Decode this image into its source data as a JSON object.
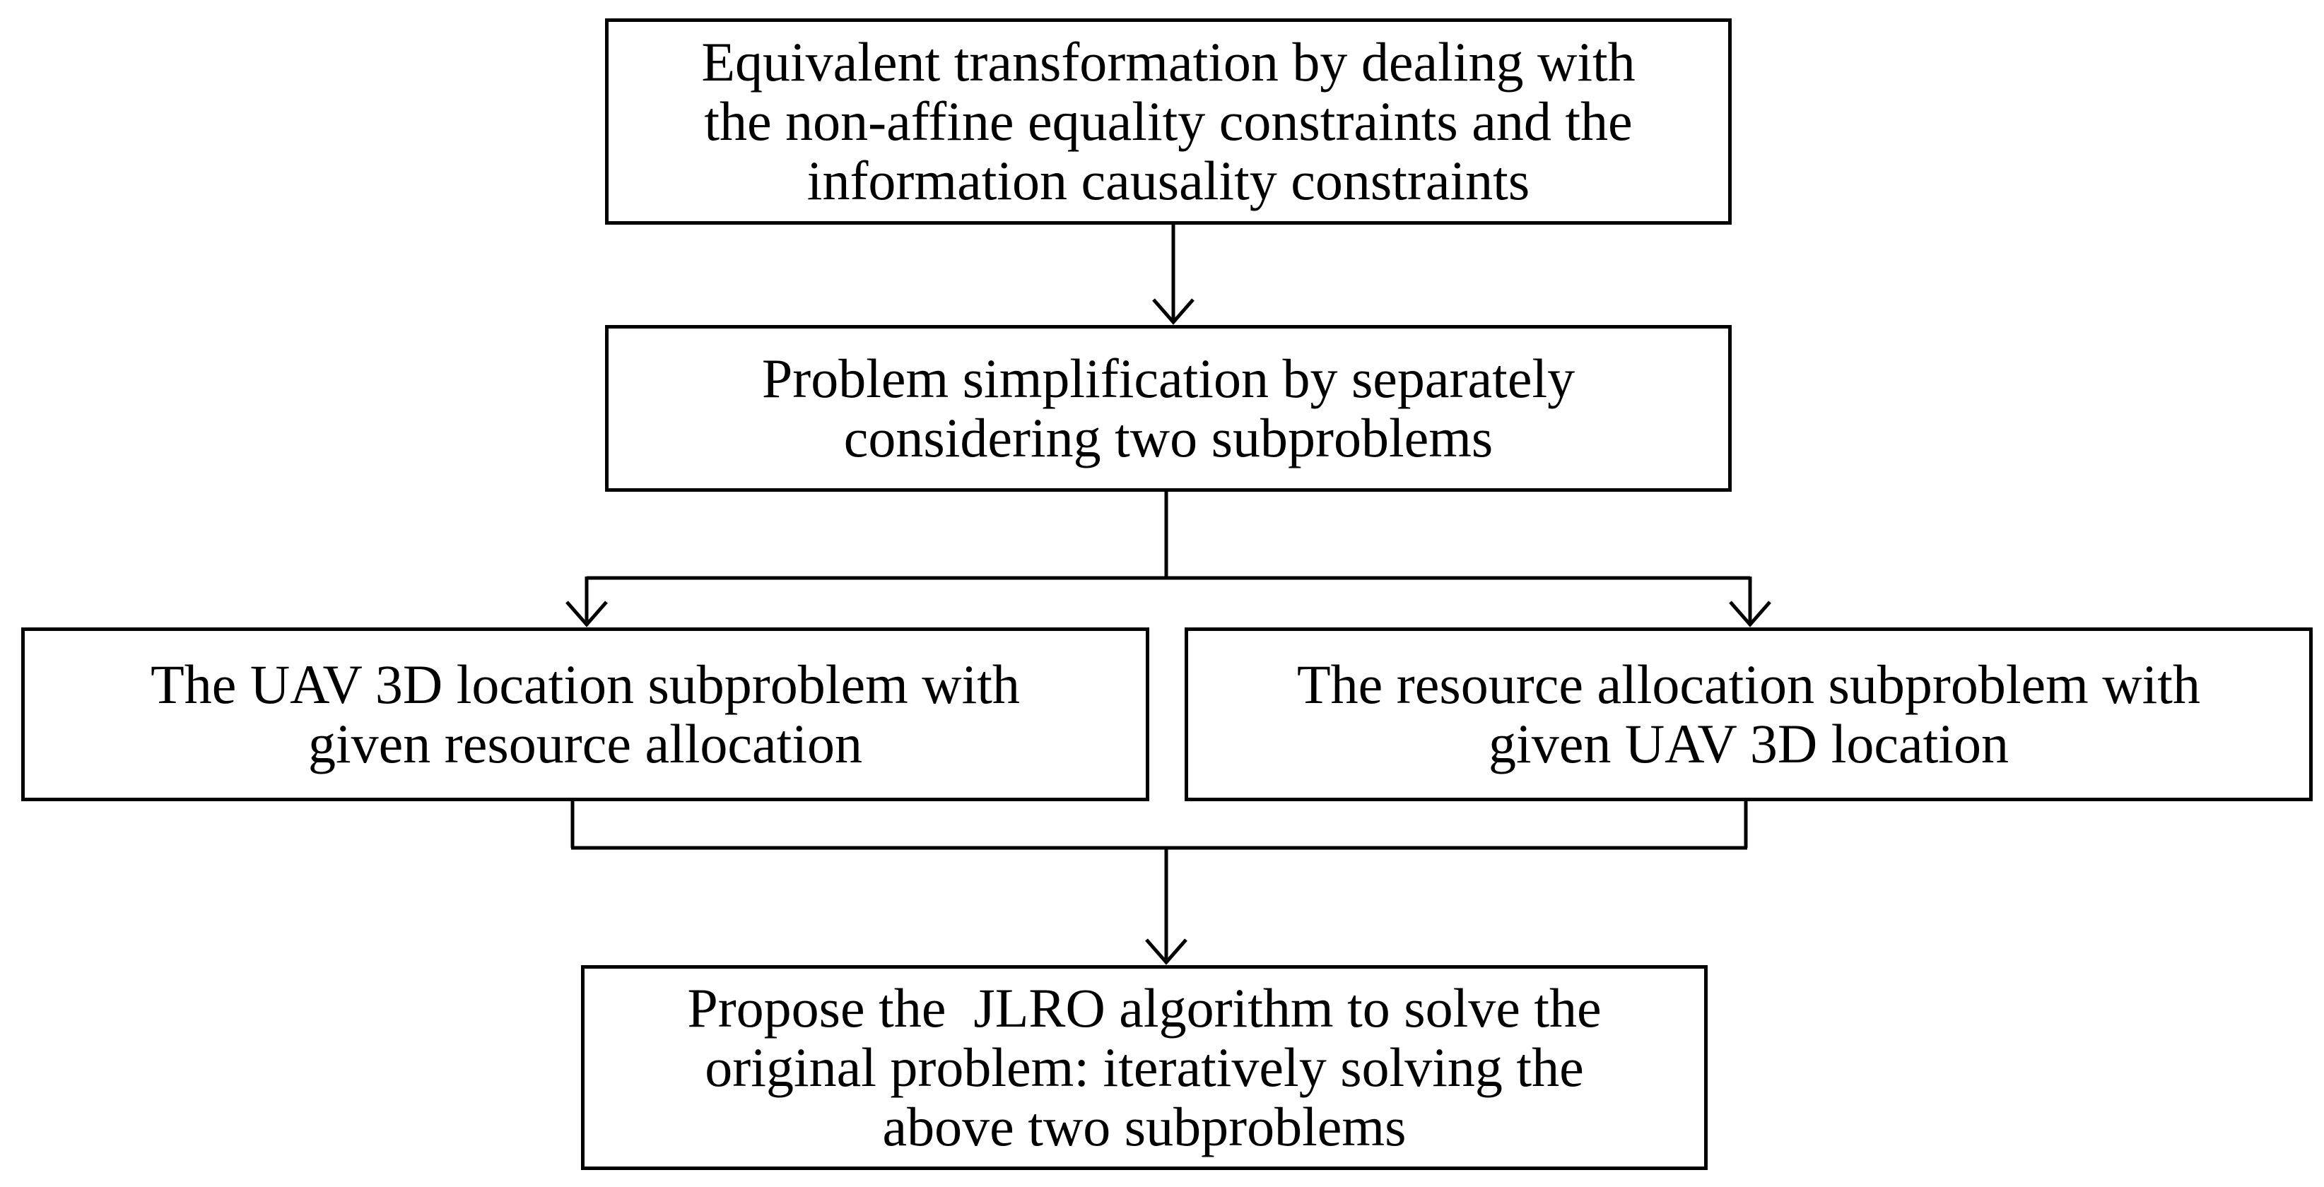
{
  "diagram": {
    "boxes": [
      {
        "id": "transformation",
        "lines": [
          "Equivalent transformation by dealing with",
          "the non-affine equality constraints and the",
          "information causality constraints"
        ]
      },
      {
        "id": "simplification",
        "lines": [
          "Problem simplification by separately",
          "considering two subproblems"
        ]
      },
      {
        "id": "location-subproblem",
        "lines": [
          "The UAV 3D location subproblem with",
          "given resource allocation"
        ]
      },
      {
        "id": "resource-subproblem",
        "lines": [
          "The resource allocation subproblem with",
          "given UAV 3D location"
        ]
      },
      {
        "id": "jlro-algorithm",
        "lines": [
          "Propose the  JLRO algorithm to solve the",
          "original problem: iteratively solving the",
          "above two subproblems"
        ]
      }
    ],
    "line_color": "#000000",
    "box_border_color": "#000000",
    "background_color": "#ffffff"
  }
}
